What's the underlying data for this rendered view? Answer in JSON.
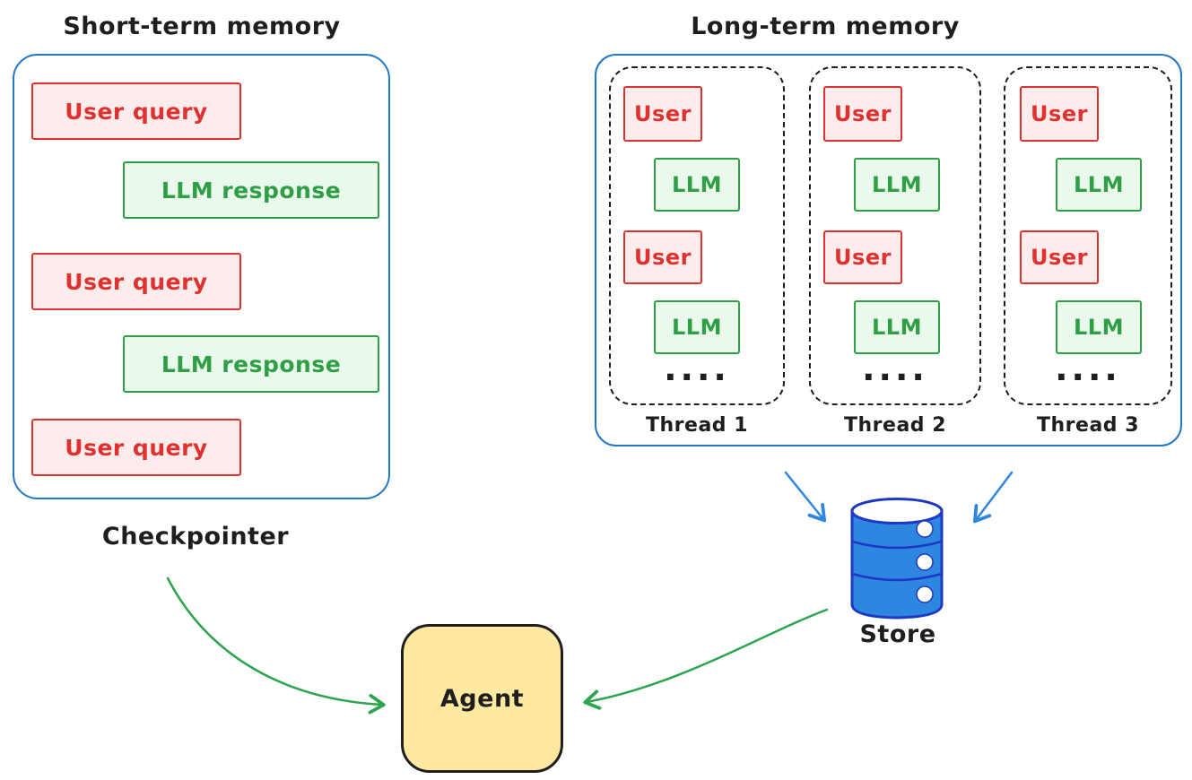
{
  "short_term": {
    "title": "Short-term memory",
    "caption": "Checkpointer",
    "messages": [
      {
        "type": "user",
        "label": "User query"
      },
      {
        "type": "llm",
        "label": "LLM response"
      },
      {
        "type": "user",
        "label": "User query"
      },
      {
        "type": "llm",
        "label": "LLM response"
      },
      {
        "type": "user",
        "label": "User query"
      }
    ]
  },
  "long_term": {
    "title": "Long-term memory",
    "threads": [
      {
        "label": "Thread 1",
        "ellipsis": "....",
        "messages": [
          {
            "type": "user",
            "label": "User"
          },
          {
            "type": "llm",
            "label": "LLM"
          },
          {
            "type": "user",
            "label": "User"
          },
          {
            "type": "llm",
            "label": "LLM"
          }
        ]
      },
      {
        "label": "Thread 2",
        "ellipsis": "....",
        "messages": [
          {
            "type": "user",
            "label": "User"
          },
          {
            "type": "llm",
            "label": "LLM"
          },
          {
            "type": "user",
            "label": "User"
          },
          {
            "type": "llm",
            "label": "LLM"
          }
        ]
      },
      {
        "label": "Thread 3",
        "ellipsis": "....",
        "messages": [
          {
            "type": "user",
            "label": "User"
          },
          {
            "type": "llm",
            "label": "LLM"
          },
          {
            "type": "user",
            "label": "User"
          },
          {
            "type": "llm",
            "label": "LLM"
          }
        ]
      }
    ]
  },
  "store": {
    "label": "Store"
  },
  "agent": {
    "label": "Agent"
  },
  "colors": {
    "container_border": "#2277c8",
    "user_border": "#e03131",
    "user_fill": "#fdecec",
    "llm_border": "#2f9e44",
    "llm_fill": "#e9f9ec",
    "dashed_border": "#1e1e1e",
    "agent_fill": "#ffe9a0",
    "agent_border": "#1e1e1e",
    "store_fill": "#2e86e0",
    "store_stroke": "#1d39c4",
    "arrow_green": "#2da44e",
    "arrow_blue": "#2e86e0",
    "text_dark": "#1e1e1e"
  }
}
